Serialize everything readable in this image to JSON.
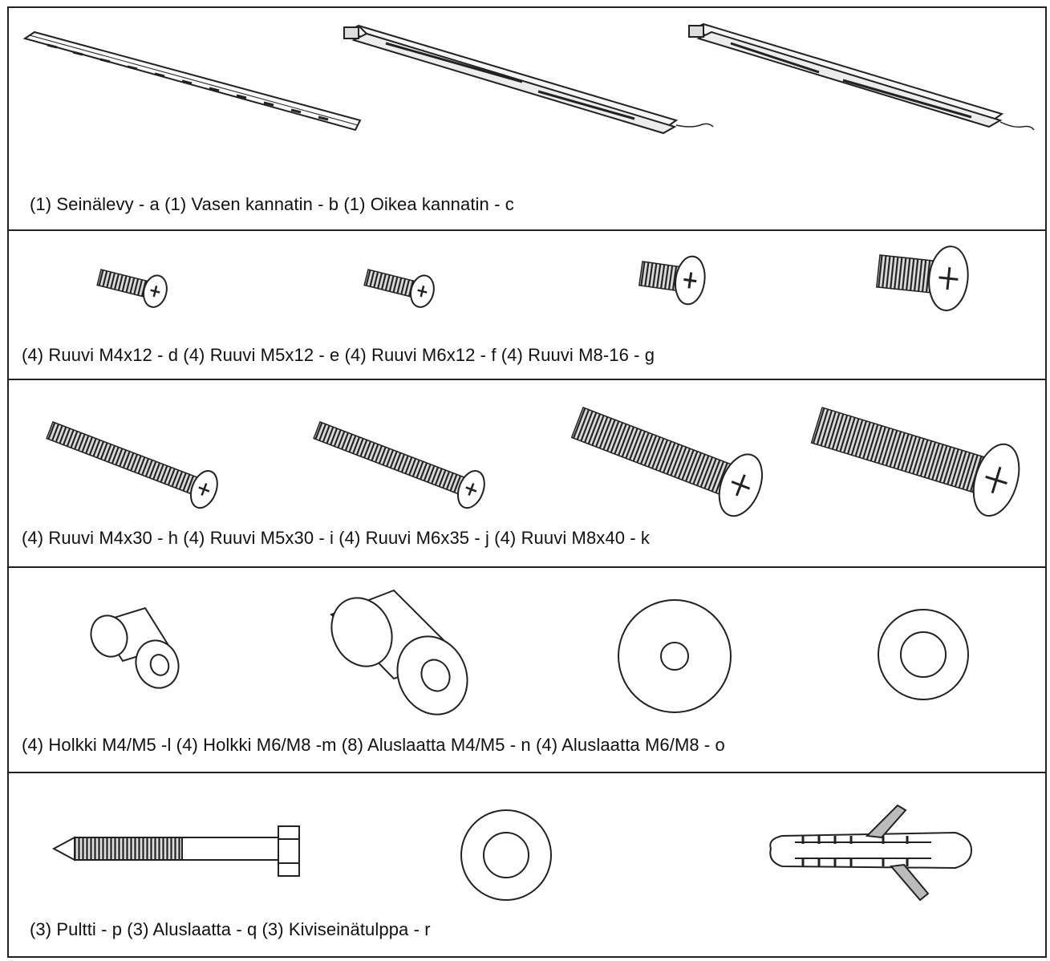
{
  "panels": [
    {
      "caption": "(1) Seinälevy - a (1) Vasen kannatin - b (1) Oikea kannatin - c",
      "parts": [
        "wall-plate",
        "left-bracket",
        "right-bracket"
      ]
    },
    {
      "caption": "(4) Ruuvi M4x12 - d (4) Ruuvi M5x12 - e (4) Ruuvi M6x12 - f (4) Ruuvi M8-16 - g",
      "parts": [
        "screw-m4x12",
        "screw-m5x12",
        "screw-m6x12",
        "screw-m8x16"
      ]
    },
    {
      "caption": "(4) Ruuvi M4x30 - h (4) Ruuvi M5x30 - i (4) Ruuvi M6x35 - j (4) Ruuvi M8x40 - k",
      "parts": [
        "screw-m4x30",
        "screw-m5x30",
        "screw-m6x35",
        "screw-m8x40"
      ]
    },
    {
      "caption": "(4) Holkki M4/M5 -l (4) Holkki M6/M8 -m (8) Aluslaatta M4/M5 - n (4) Aluslaatta M6/M8 - o",
      "parts": [
        "spacer-m4m5",
        "spacer-m6m8",
        "washer-m4m5",
        "washer-m6m8"
      ]
    },
    {
      "caption": "(3) Pultti - p (3) Aluslaatta - q (3) Kiviseinätulppa - r",
      "parts": [
        "lag-bolt",
        "washer-large",
        "masonry-anchor"
      ]
    }
  ]
}
